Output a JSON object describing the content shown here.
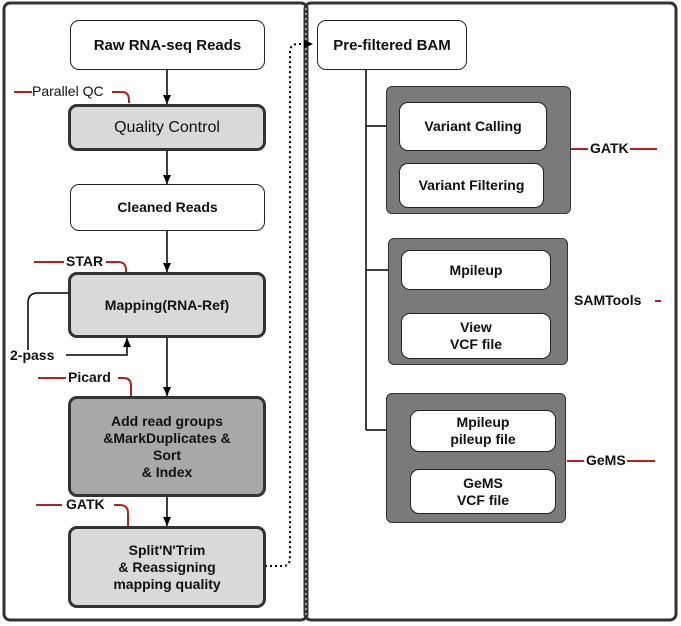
{
  "left_column": {
    "raw_reads": "Raw RNA-seq Reads",
    "quality_control": "Quality Control",
    "cleaned_reads": "Cleaned Reads",
    "mapping": "Mapping(RNA-Ref)",
    "add_read_groups": "Add read groups\n&MarkDuplicates &\nSort\n& Index",
    "split_n_trim": "Split'N'Trim\n& Reassigning\nmapping quality"
  },
  "left_tools": {
    "parallel_qc": "Parallel QC",
    "star": "STAR",
    "two_pass": "2-pass",
    "picard": "Picard",
    "gatk": "GATK"
  },
  "right_column": {
    "prefiltered_bam": "Pre-filtered BAM",
    "gatk_group": {
      "variant_calling": "Variant Calling",
      "variant_filtering": "Variant Filtering",
      "tool": "GATK"
    },
    "samtools_group": {
      "mpileup": "Mpileup",
      "view_vcf": "View\nVCF file",
      "tool": "SAMTools"
    },
    "gems_group": {
      "mpileup_pileup": "Mpileup\npileup file",
      "gems_vcf": "GeMS\nVCF file",
      "tool": "GeMS"
    }
  },
  "colors": {
    "accent_red": "#b22222",
    "box_light_gray": "#d9d9d9",
    "box_dark_gray": "#a8a8a8",
    "group_gray": "#7a7a7a"
  }
}
